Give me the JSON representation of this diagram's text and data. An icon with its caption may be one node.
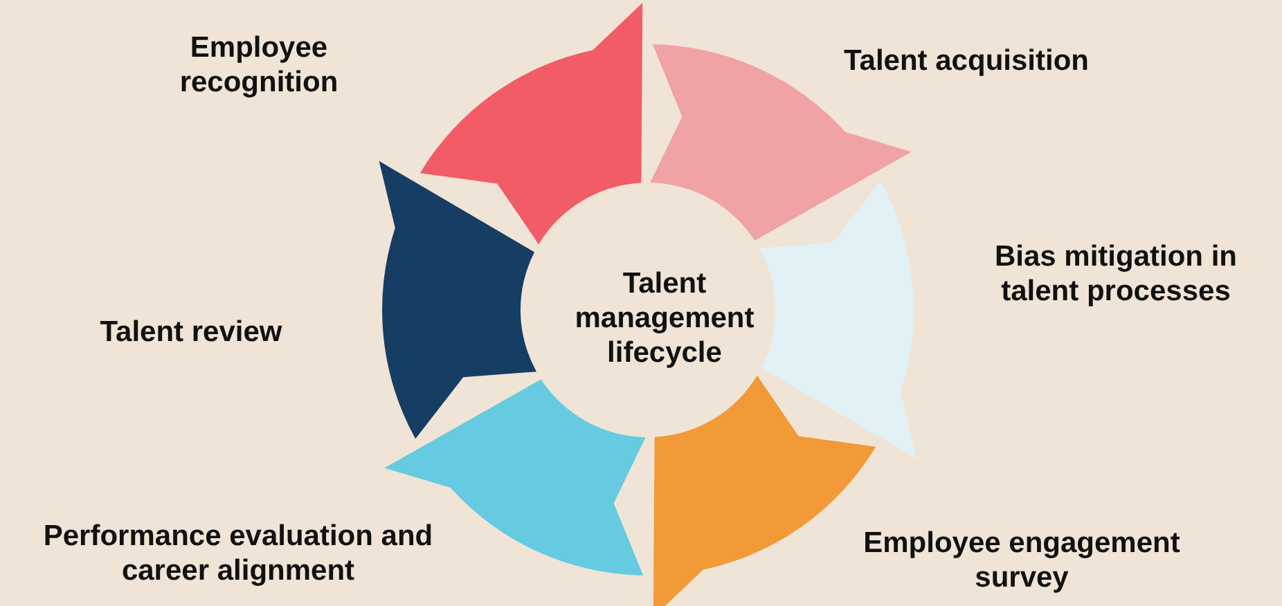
{
  "diagram": {
    "nodes": [
      {
        "text": [
          "Employee recognition"
        ]
      },
      {
        "text": [
          "Talent acquisition"
        ]
      },
      {
        "text": [
          "Bias mitigation in talent processes"
        ]
      },
      {
        "text": [
          "Employee engagement survey"
        ]
      },
      {
        "text": [
          "Performance evaluation and career alignment"
        ]
      },
      {
        "text": [
          "Talent review"
        ]
      },
      {
        "text": [
          "Talent management lifecycle"
        ]
      }
    ]
  }
}
